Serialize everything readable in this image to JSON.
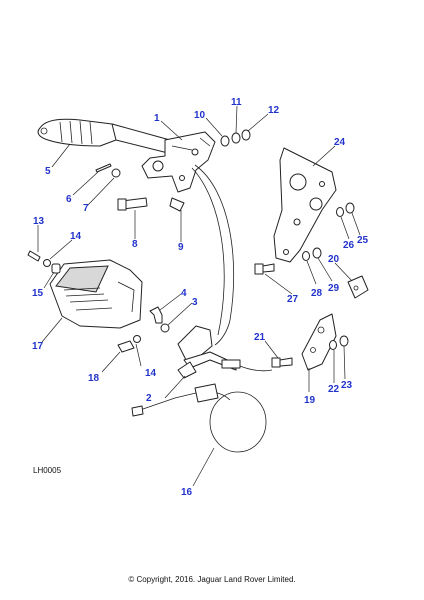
{
  "diagram": {
    "reference_code": "LH0005",
    "copyright": "© Copyright, 2016. Jaguar Land Rover Limited.",
    "callout_color": "#2233cc",
    "callouts": [
      "1",
      "2",
      "3",
      "4",
      "5",
      "6",
      "7",
      "8",
      "9",
      "10",
      "11",
      "12",
      "13",
      "14",
      "14",
      "15",
      "16",
      "17",
      "18",
      "19",
      "20",
      "21",
      "22",
      "23",
      "24",
      "25",
      "26",
      "27",
      "28",
      "29"
    ]
  }
}
